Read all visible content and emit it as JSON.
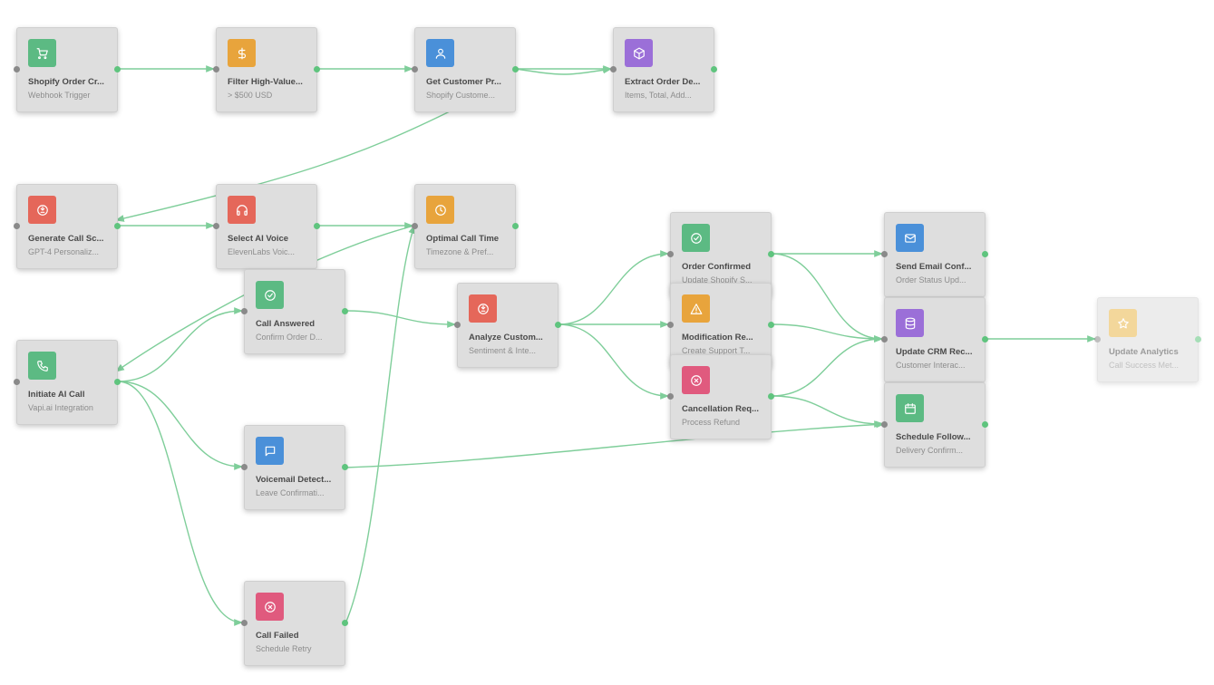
{
  "colors": {
    "edge": "#7fce9a",
    "green": "#5cba83",
    "orange": "#e8a43c",
    "blue": "#4a90d9",
    "purple": "#9b6fd8",
    "red": "#e5675a",
    "pink": "#e05a7e",
    "yellow": "#ebb84a"
  },
  "nodes": [
    {
      "id": "shopify",
      "title": "Shopify Order Cr...",
      "subtitle": "Webhook Trigger",
      "icon": "cart-icon",
      "color": "green"
    },
    {
      "id": "filter",
      "title": "Filter High-Value...",
      "subtitle": "> $500 USD",
      "icon": "dollar-icon",
      "color": "orange"
    },
    {
      "id": "customer",
      "title": "Get Customer Pr...",
      "subtitle": "Shopify Custome...",
      "icon": "user-icon",
      "color": "blue"
    },
    {
      "id": "extract",
      "title": "Extract Order De...",
      "subtitle": "Items, Total, Add...",
      "icon": "package-icon",
      "color": "purple"
    },
    {
      "id": "script",
      "title": "Generate Call Sc...",
      "subtitle": "GPT-4 Personaliz...",
      "icon": "brain-icon",
      "color": "red"
    },
    {
      "id": "voice",
      "title": "Select AI Voice",
      "subtitle": "ElevenLabs Voic...",
      "icon": "headphones-icon",
      "color": "red"
    },
    {
      "id": "timing",
      "title": "Optimal Call Time",
      "subtitle": "Timezone & Pref...",
      "icon": "clock-icon",
      "color": "orange"
    },
    {
      "id": "answered",
      "title": "Call Answered",
      "subtitle": "Confirm Order D...",
      "icon": "check-circle-icon",
      "color": "green"
    },
    {
      "id": "analyze",
      "title": "Analyze Custom...",
      "subtitle": "Sentiment & Inte...",
      "icon": "brain-icon",
      "color": "red"
    },
    {
      "id": "initiate",
      "title": "Initiate AI Call",
      "subtitle": "Vapi.ai Integration",
      "icon": "phone-icon",
      "color": "green"
    },
    {
      "id": "voicemail",
      "title": "Voicemail Detect...",
      "subtitle": "Leave Confirmati...",
      "icon": "message-icon",
      "color": "blue"
    },
    {
      "id": "failed",
      "title": "Call Failed",
      "subtitle": "Schedule Retry",
      "icon": "x-circle-icon",
      "color": "pink"
    },
    {
      "id": "confirmed",
      "title": "Order Confirmed",
      "subtitle": "Update Shopify S...",
      "icon": "check-circle-icon",
      "color": "green"
    },
    {
      "id": "modification",
      "title": "Modification Re...",
      "subtitle": "Create Support T...",
      "icon": "alert-triangle-icon",
      "color": "orange"
    },
    {
      "id": "cancellation",
      "title": "Cancellation Req...",
      "subtitle": "Process Refund",
      "icon": "x-circle-icon",
      "color": "pink"
    },
    {
      "id": "email",
      "title": "Send Email Conf...",
      "subtitle": "Order Status Upd...",
      "icon": "mail-icon",
      "color": "blue"
    },
    {
      "id": "crm",
      "title": "Update CRM Rec...",
      "subtitle": "Customer Interac...",
      "icon": "database-icon",
      "color": "purple"
    },
    {
      "id": "followup",
      "title": "Schedule Follow...",
      "subtitle": "Delivery Confirm...",
      "icon": "calendar-icon",
      "color": "green"
    },
    {
      "id": "analytics",
      "title": "Update Analytics",
      "subtitle": "Call Success Met...",
      "icon": "star-icon",
      "color": "yellow",
      "faded": true
    }
  ],
  "edges": [
    [
      "shopify",
      "filter"
    ],
    [
      "filter",
      "customer"
    ],
    [
      "customer",
      "extract"
    ],
    [
      "customer",
      "extract"
    ],
    [
      "extract",
      "script"
    ],
    [
      "script",
      "voice"
    ],
    [
      "voice",
      "timing"
    ],
    [
      "timing",
      "initiate"
    ],
    [
      "initiate",
      "answered"
    ],
    [
      "initiate",
      "voicemail"
    ],
    [
      "initiate",
      "failed"
    ],
    [
      "answered",
      "analyze"
    ],
    [
      "analyze",
      "confirmed"
    ],
    [
      "analyze",
      "modification"
    ],
    [
      "analyze",
      "cancellation"
    ],
    [
      "confirmed",
      "email"
    ],
    [
      "confirmed",
      "crm"
    ],
    [
      "modification",
      "crm"
    ],
    [
      "cancellation",
      "crm"
    ],
    [
      "cancellation",
      "followup"
    ],
    [
      "voicemail",
      "followup"
    ],
    [
      "failed",
      "timing"
    ],
    [
      "crm",
      "analytics"
    ]
  ]
}
